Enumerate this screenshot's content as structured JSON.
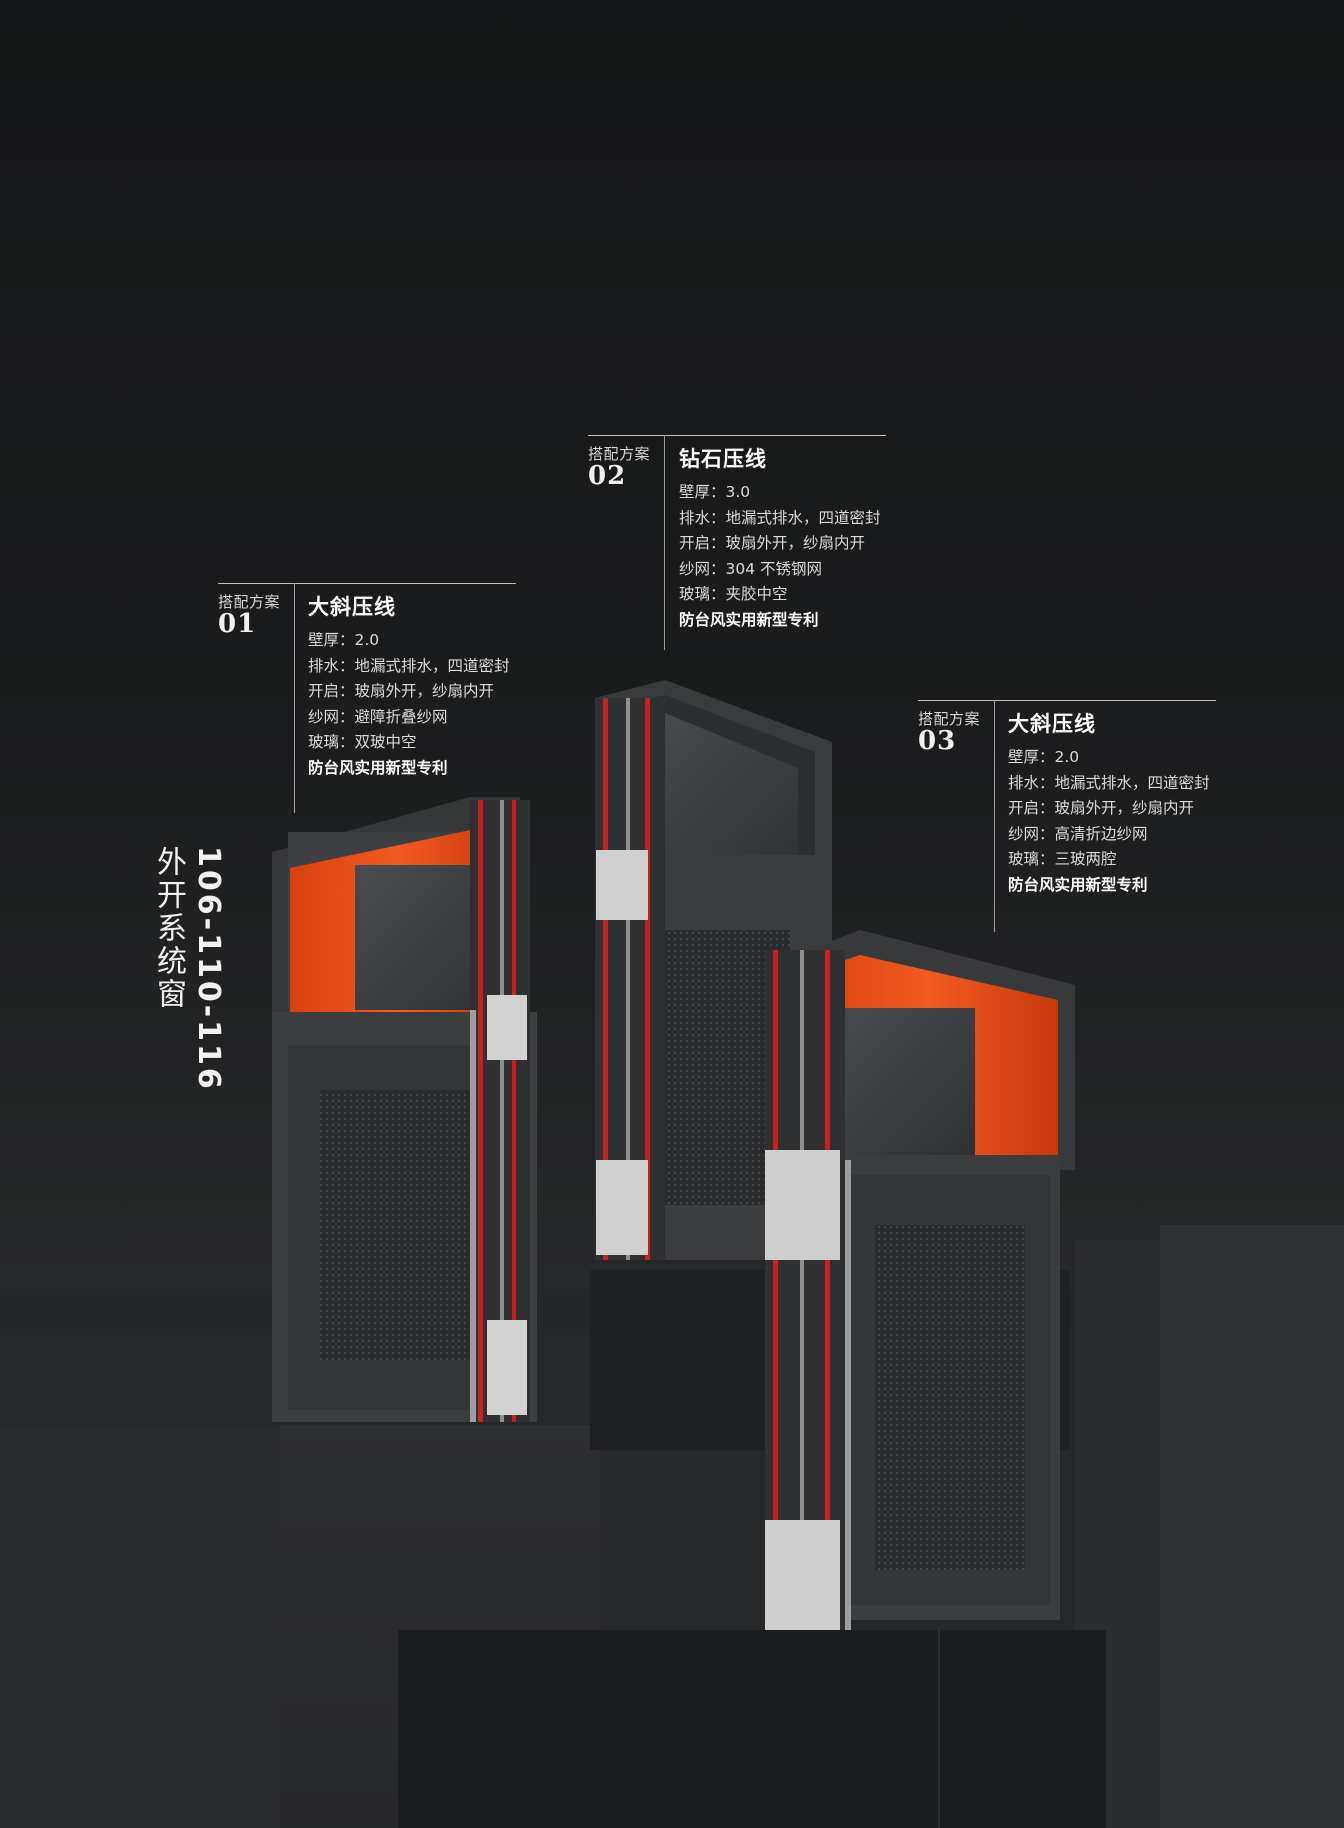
{
  "vertical_title": {
    "model": "106-110-116",
    "name": "外开系统窗"
  },
  "colors": {
    "background": "#161718",
    "frame_gray": "#3c3d3f",
    "accent_orange": "#f04a18",
    "section_red": "#c8201e"
  },
  "specs": [
    {
      "label": "搭配方案",
      "number": "01",
      "title": "大斜压线",
      "lines": [
        "壁厚：2.0",
        "排水：地漏式排水，四道密封",
        "开启：玻扇外开，纱扇内开",
        "纱网：避障折叠纱网",
        "玻璃：双玻中空"
      ],
      "patent": "防台风实用新型专利"
    },
    {
      "label": "搭配方案",
      "number": "02",
      "title": "钻石压线",
      "lines": [
        "壁厚：3.0",
        "排水：地漏式排水，四道密封",
        "开启：玻扇外开，纱扇内开",
        "纱网：304 不锈钢网",
        "玻璃：夹胶中空"
      ],
      "patent": "防台风实用新型专利"
    },
    {
      "label": "搭配方案",
      "number": "03",
      "title": "大斜压线",
      "lines": [
        "壁厚：2.0",
        "排水：地漏式排水，四道密封",
        "开启：玻扇外开，纱扇内开",
        "纱网：高清折边纱网",
        "玻璃：三玻两腔"
      ],
      "patent": "防台风实用新型专利"
    }
  ]
}
